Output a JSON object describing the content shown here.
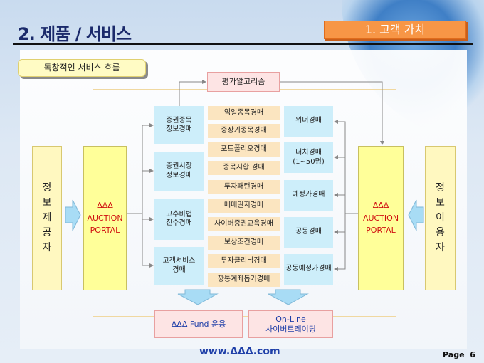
{
  "header": {
    "title": "2. 제품 / 서비스",
    "section_tag": "1. 고객 가치"
  },
  "subtitle": "독창적인 서비스 흐름",
  "diagram": {
    "algorithm": "평가알고리즘",
    "provider": "정\n보\n제\n공\n자",
    "user": "정\n보\n이\n용\n자",
    "portal_left": "ΔΔΔ\nAUCTION\nPORTAL",
    "portal_right": "ΔΔΔ\nAUCTION\nPORTAL",
    "left_column": [
      "증권종목\n정보경매",
      "증권시장\n정보경매",
      "고수비법\n전수경매",
      "고객서비스\n경매"
    ],
    "middle_column": [
      "익일종목경매",
      "중장기종목경매",
      "포트폴리오경매",
      "종목시황 경매",
      "투자패턴경매",
      "매매일지경매",
      "사이버증권교육경매",
      "보상조건경매",
      "투자클리닉경매",
      "깡통계좌돕기경매"
    ],
    "right_column": [
      "위너경매",
      "더치경매\n(1~50명)",
      "예정가경매",
      "공동경매",
      "공동예정가경매"
    ],
    "outputs": [
      "ΔΔΔ Fund 운용",
      "On-Line\n사이버트레이딩"
    ]
  },
  "footer": {
    "url": "www.ΔΔΔ.com",
    "page_label": "Page",
    "page_number": "6"
  }
}
